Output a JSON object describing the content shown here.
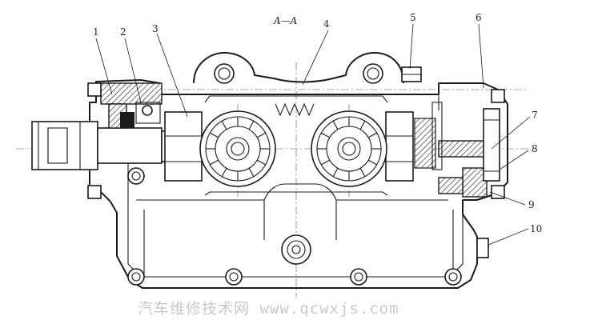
{
  "diagram": {
    "section_label": "A—A",
    "part_numbers": [
      "1",
      "2",
      "3",
      "4",
      "5",
      "6",
      "7",
      "8",
      "9",
      "10"
    ],
    "watermark": "汽车维修技术网 www.qcwxjs.com"
  }
}
